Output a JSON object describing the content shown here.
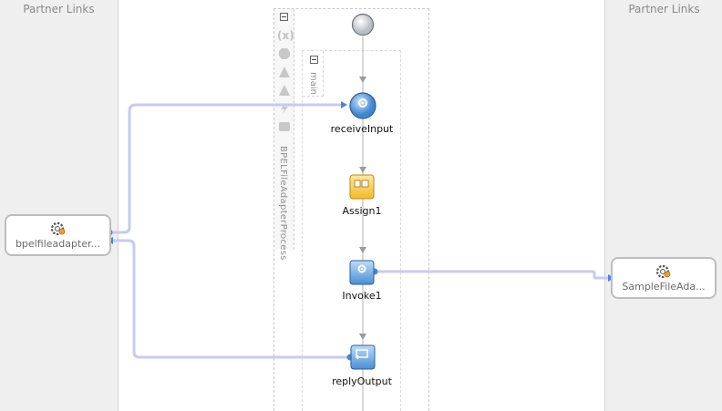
{
  "lanes": {
    "left_title": "Partner Links",
    "right_title": "Partner Links"
  },
  "partners": {
    "left": {
      "label": "bpelfileadapter..."
    },
    "right": {
      "label": "SampleFileAda..."
    }
  },
  "process": {
    "name": "BPELFileAdapterProcess",
    "scope_label": "main"
  },
  "toolbar_icons": [
    "variables-icon",
    "correlation-icon",
    "fault-icon",
    "warning-icon",
    "event-icon",
    "message-icon"
  ],
  "activities": [
    {
      "id": "start",
      "label": ""
    },
    {
      "id": "receiveInput",
      "label": "receiveInput"
    },
    {
      "id": "Assign1",
      "label": "Assign1"
    },
    {
      "id": "Invoke1",
      "label": "Invoke1"
    },
    {
      "id": "replyOutput",
      "label": "replyOutput"
    }
  ],
  "colors": {
    "link": "#c9c9f3",
    "link_end": "#4a86d8",
    "flow_arrow": "#9a9a9a"
  }
}
